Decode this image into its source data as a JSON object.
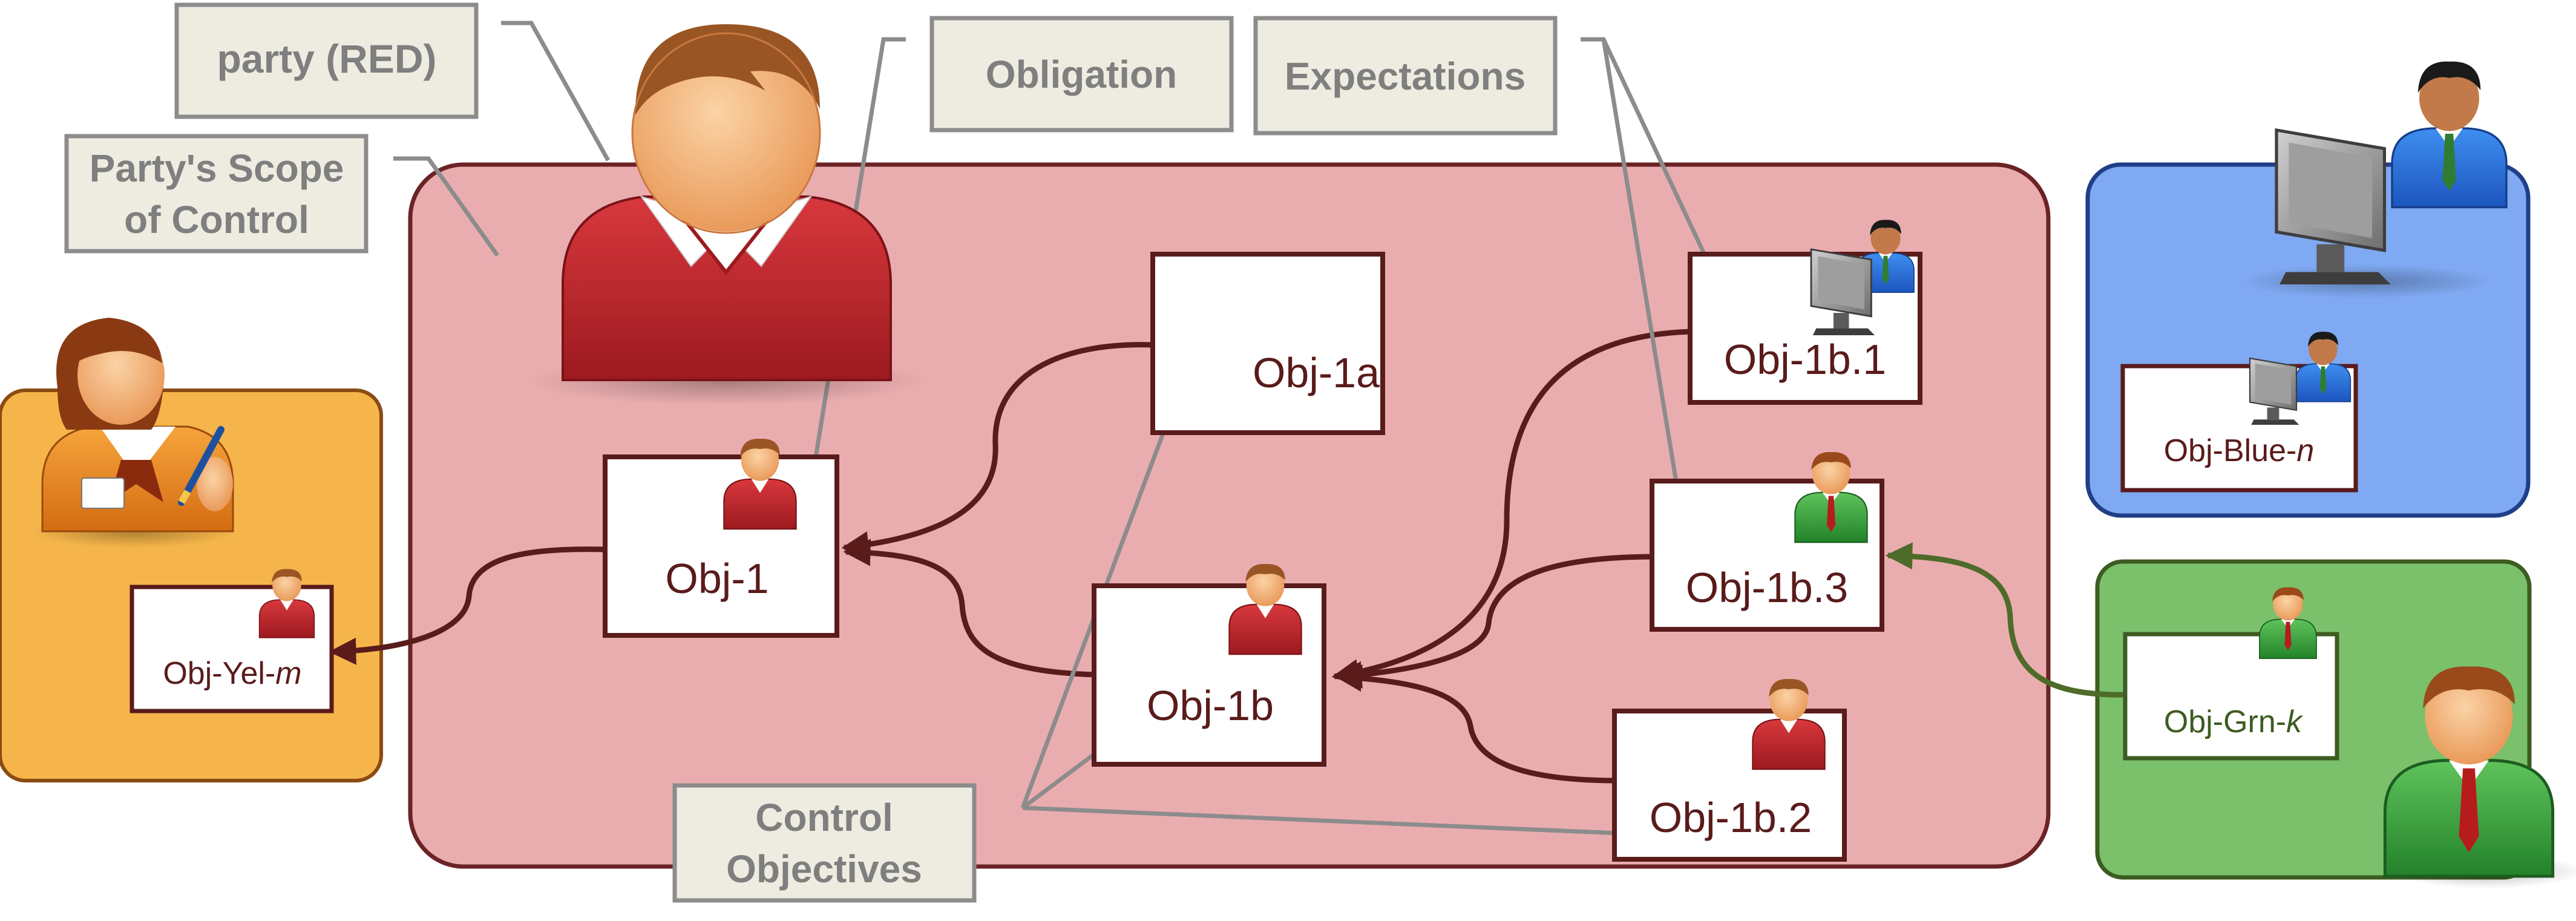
{
  "callouts": {
    "party": "party (RED)",
    "scope_line1": "Party's Scope",
    "scope_line2": "of Control",
    "obligation": "Obligation",
    "expectations": "Expectations",
    "control_line1": "Control",
    "control_line2": "Objectives"
  },
  "objectives": {
    "obj1": "Obj-1",
    "obj1a": "Obj-1a",
    "obj1b": "Obj-1b",
    "obj1b1": "Obj-1b.1",
    "obj1b2": "Obj-1b.2",
    "obj1b3": "Obj-1b.3"
  },
  "external": {
    "yel_prefix": "Obj-Yel-",
    "yel_suffix": "m",
    "blue_prefix": "Obj-Blue-",
    "blue_suffix": "n",
    "grn_prefix": "Obj-Grn-",
    "grn_suffix": "k"
  },
  "colors": {
    "red_region": "#eaadaf",
    "red_border": "#6b2326",
    "yellow_region": "#f5b54a",
    "blue_region": "#7fa9f2",
    "green_region": "#7bc06b",
    "arrow_red": "#5a1b1b",
    "arrow_green": "#4f6b2a",
    "callout_fill": "#eeece1"
  }
}
